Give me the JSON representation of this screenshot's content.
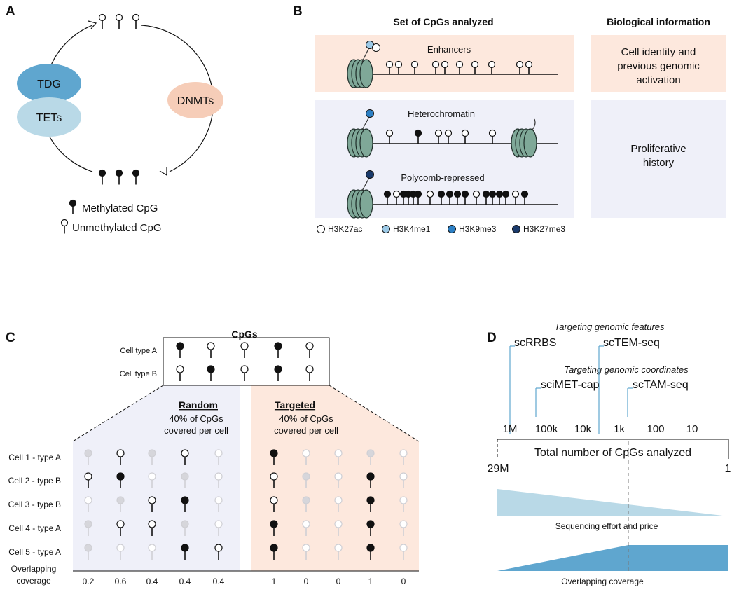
{
  "panels": {
    "a": "A",
    "b": "B",
    "c": "C",
    "d": "D"
  },
  "colors": {
    "tdg": "#5fa6cf",
    "tets": "#b9d9e7",
    "dnmts": "#f6cdb8",
    "nucleosome": "#7fa898",
    "pink_bg": "#fde8dd",
    "lavender_bg": "#eff0f9",
    "h3k27ac": "#ffffff",
    "h3k4me1": "#9cc9e6",
    "h3k9me3": "#2c7fc4",
    "h3k27me3": "#1a3a6b",
    "seq_effort": "#b9d9e7",
    "overlap": "#5fa6cf"
  },
  "panel_a": {
    "enzymes": {
      "tdg": "TDG",
      "tets": "TETs",
      "dnmts": "DNMTs"
    },
    "legend": {
      "methylated": "Methylated CpG",
      "unmethylated": "Unmethylated CpG"
    }
  },
  "panel_b": {
    "header_left": "Set of CpGs analyzed",
    "header_right": "Biological information",
    "enhancers_label": "Enhancers",
    "heterochromatin_label": "Heterochromatin",
    "polycomb_label": "Polycomb-repressed",
    "info_enhancers": [
      "Cell identity and",
      "previous genomic",
      "activation"
    ],
    "info_proliferative": [
      "Proliferative",
      "history"
    ],
    "marks": [
      "H3K27ac",
      "H3K4me1",
      "H3K9me3",
      "H3K27me3"
    ],
    "enhancer_cpgs": "UUUUUUUUUU",
    "heterochromatin_cpgs": "UMUUUU",
    "polycomb_cpgs": "MUMMMMUMMMMUMMMMUM"
  },
  "panel_c": {
    "title": "CpGs",
    "cell_types": [
      {
        "label": "Cell type A",
        "pattern": "MUUMU"
      },
      {
        "label": "Cell type B",
        "pattern": "UMUMU"
      }
    ],
    "random_title": "Random",
    "random_sub": [
      "40% of CpGs",
      "covered per cell"
    ],
    "targeted_title": "Targeted",
    "targeted_sub": [
      "40% of CpGs",
      "covered per cell"
    ],
    "cells": [
      {
        "label": "Cell 1 - type A",
        "random": "gUgUu",
        "targeted": "Muugu"
      },
      {
        "label": "Cell 2 - type B",
        "random": "UMugu",
        "targeted": "UguMu"
      },
      {
        "label": "Cell 3 - type B",
        "random": "ugUMu",
        "targeted": "UguMu"
      },
      {
        "label": "Cell 4 - type A",
        "random": "gUUgu",
        "targeted": "MuuMu"
      },
      {
        "label": "Cell 5 - type A",
        "random": "guuMU",
        "targeted": "MuuMu"
      }
    ],
    "coverage_label": [
      "Overlapping",
      "coverage"
    ],
    "random_coverage": [
      "0.2",
      "0.6",
      "0.4",
      "0.4",
      "0.4"
    ],
    "targeted_coverage": [
      "1",
      "0",
      "0",
      "1",
      "0"
    ]
  },
  "panel_d": {
    "methods": [
      {
        "label": "scRRBS",
        "cpgs": 1000000
      },
      {
        "label": "scTEM-seq",
        "cpgs": 3000
      },
      {
        "label": "sciMET-cap",
        "cpgs": 200000
      },
      {
        "label": "scTAM-seq",
        "cpgs": 800
      }
    ],
    "group_labels": [
      "Targeting genomic features",
      "Targeting genomic coordinates"
    ],
    "ticks": [
      "1M",
      "100k",
      "10k",
      "1k",
      "100",
      "10"
    ],
    "axis_title": "Total number of CpGs analyzed",
    "axis_start": "29M",
    "axis_end": "1",
    "sequencing_label": "Sequencing effort and price",
    "overlap_label": "Overlapping coverage"
  }
}
